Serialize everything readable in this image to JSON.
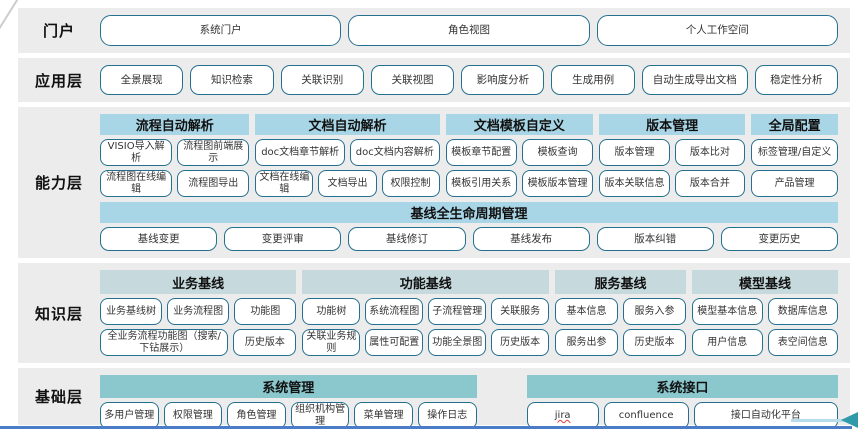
{
  "colors": {
    "row_bg": "#ececec",
    "capability_header_bg": "#a9d6e6",
    "knowledge_header_bg": "#c6d9dd",
    "foundation_header_bg": "#8bc8ce",
    "button_border": "#25708f",
    "bottom_line": "#4a7cc7",
    "arrow": "#2f9aa8"
  },
  "layers": {
    "portal": {
      "label": "门户",
      "buttons": [
        "系统门户",
        "角色视图",
        "个人工作空间"
      ]
    },
    "application": {
      "label": "应用层",
      "buttons": [
        "全景展现",
        "知识检索",
        "关联识别",
        "关联视图",
        "影响度分析",
        "生成用例",
        "自动生成导出文档",
        "稳定性分析"
      ]
    },
    "capability": {
      "label": "能力层",
      "groups": [
        {
          "title": "流程自动解析",
          "rows": [
            [
              "VISIO导入解析",
              "流程图前端展示"
            ],
            [
              "流程图在线编辑",
              "流程图导出"
            ]
          ]
        },
        {
          "title": "文档自动解析",
          "rows": [
            [
              "doc文档章节解析",
              "doc文档内容解析"
            ],
            [
              "文档在线编辑",
              "文档导出",
              "权限控制"
            ]
          ]
        },
        {
          "title": "文档模板自定义",
          "rows": [
            [
              "模板章节配置",
              "模板查询"
            ],
            [
              "模板引用关系",
              "模板版本管理"
            ]
          ]
        },
        {
          "title": "版本管理",
          "rows": [
            [
              "版本管理",
              "版本比对"
            ],
            [
              "版本关联信息",
              "版本合并"
            ]
          ]
        },
        {
          "title": "全局配置",
          "rows": [
            [
              "标签管理/自定义"
            ],
            [
              "产品管理"
            ]
          ]
        }
      ],
      "baseline": {
        "title": "基线全生命周期管理",
        "buttons": [
          "基线变更",
          "变更评审",
          "基线修订",
          "基线发布",
          "版本纠错",
          "变更历史"
        ]
      }
    },
    "knowledge": {
      "label": "知识层",
      "groups": [
        {
          "title": "业务基线",
          "rows": [
            [
              "业务基线树",
              "业务流程图",
              "功能图"
            ],
            [
              "全业务流程功能图（搜索/下钻展示）",
              "历史版本"
            ]
          ]
        },
        {
          "title": "功能基线",
          "rows": [
            [
              "功能树",
              "系统流程图",
              "子流程管理",
              "关联服务"
            ],
            [
              "关联业务规则",
              "属性可配置",
              "功能全景图",
              "历史版本"
            ]
          ]
        },
        {
          "title": "服务基线",
          "rows": [
            [
              "基本信息",
              "服务入参"
            ],
            [
              "服务出参",
              "历史版本"
            ]
          ]
        },
        {
          "title": "模型基线",
          "rows": [
            [
              "模型基本信息",
              "数据库信息"
            ],
            [
              "用户信息",
              "表空间信息"
            ]
          ]
        }
      ]
    },
    "foundation": {
      "label": "基础层",
      "groups": [
        {
          "title": "系统管理",
          "buttons": [
            "多用户管理",
            "权限管理",
            "角色管理",
            "组织机构管理",
            "菜单管理",
            "操作日志"
          ]
        },
        {
          "title": "系统接口",
          "buttons": [
            "jira",
            "confluence",
            "接口自动化平台"
          ]
        }
      ]
    }
  }
}
